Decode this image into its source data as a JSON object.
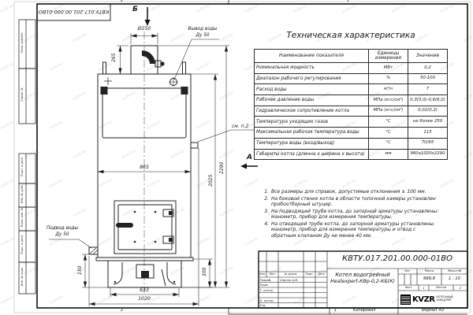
{
  "watermark": "KVZR.RU",
  "doc_number": "КВТУ.017.201.00.000-01ВО",
  "frame": {
    "left_labels": [
      "Перв. примен.",
      "Справ. №",
      "Подп. и дата",
      "Инв. № дубл.",
      "Взам. инв. №",
      "Подп. и дата",
      "Инв. № подл."
    ],
    "zone_top_left": "2",
    "zone_top_right": "1",
    "zone_bottom_left": "2",
    "zone_bottom_mid": "1",
    "copied_label": "Копировал",
    "format_label": "Формат А3"
  },
  "views": {
    "b": "Б",
    "a": "А",
    "see_note": "см. п.2"
  },
  "ports": {
    "outlet_line1": "Вывод воды",
    "outlet_line2": "Ду 50",
    "inlet_line1": "Подвод воды",
    "inlet_line2": "Ду 50"
  },
  "dims": {
    "d250": "Ø250",
    "h265": "265",
    "w865": "865",
    "h2025": "2025",
    "h2290": "2290",
    "h150": "150",
    "h300": "300",
    "w633": "633",
    "w1020": "1020"
  },
  "spec_table": {
    "title": "Техническая характеристика",
    "col_name": "Наименование показателя",
    "col_units": "Единицы измерения",
    "col_value": "Значение",
    "rows": [
      [
        "Номинальная мощность",
        "МВт",
        "0,2"
      ],
      [
        "Диапазон рабочего регулирования",
        "%",
        "50-100"
      ],
      [
        "Расход воды",
        "м³/ч",
        "7"
      ],
      [
        "Рабочее давление воды",
        "МПа (кгс/см²)",
        "0,3(3,0)-0,6(6,0)"
      ],
      [
        "Гидравлическое сопротивление котла",
        "МПа (кгс/см²)",
        "0,02(0,2)"
      ],
      [
        "Температура уходящих газов",
        "°С",
        "не более 250"
      ],
      [
        "Максимальная рабочая температура воды",
        "°С",
        "115"
      ],
      [
        "Температура воды (вход/выход)",
        "°С",
        "70/95"
      ],
      [
        "Габариты котла (длинна х ширина х высота)",
        "мм",
        "960х1020х2290"
      ]
    ]
  },
  "notes": [
    {
      "n": "1.",
      "text": "Все размеры для справок, допустимые отклонения ± 100 мм."
    },
    {
      "n": "2.",
      "text": "На боковой стенке котла в области топочной камеры установлен пробоотборный штуцер."
    },
    {
      "n": "3.",
      "text": "На подводящей трубе котла, до запорной арматуры установлены: манометр, прибор для измерения температуры."
    },
    {
      "n": "4.",
      "text": "На отводящей трубе котла, до запорной арматуры установлены: манометр, прибор для измерения температуры и отвод с обратным клапаном Ду не менее 40 мм."
    }
  ],
  "stamp": {
    "change_cols": {
      "izm": "Изм.",
      "list": "Лист",
      "doc": "№ докум.",
      "sign": "Подп.",
      "date": "Дата"
    },
    "sig_rows": [
      {
        "label": "Разраб.",
        "name": "Сергин А.В."
      },
      {
        "label": "Пров.",
        "name": ""
      },
      {
        "label": "Т. контр.",
        "name": ""
      },
      {
        "label": "",
        "name": ""
      },
      {
        "label": "Н. контр.",
        "name": ""
      },
      {
        "label": "Утв.",
        "name": ""
      }
    ],
    "product_line1": "Котел водогрейный",
    "product_line2": "Heatexpert-КВр-0,2-КБ(К)",
    "lit_label": "Лит.",
    "mass_label": "Масса",
    "scale_label": "Масштаб",
    "mass": "669,8",
    "scale": "1 : 10",
    "sheet_label": "Лист",
    "sheet": "1",
    "sheets_label": "Листов",
    "sheets": "2",
    "logo": "KVZR",
    "company_line1": "КОТЕЛЬНЫЙ",
    "company_line2": "ЗАВОД РЭП"
  }
}
